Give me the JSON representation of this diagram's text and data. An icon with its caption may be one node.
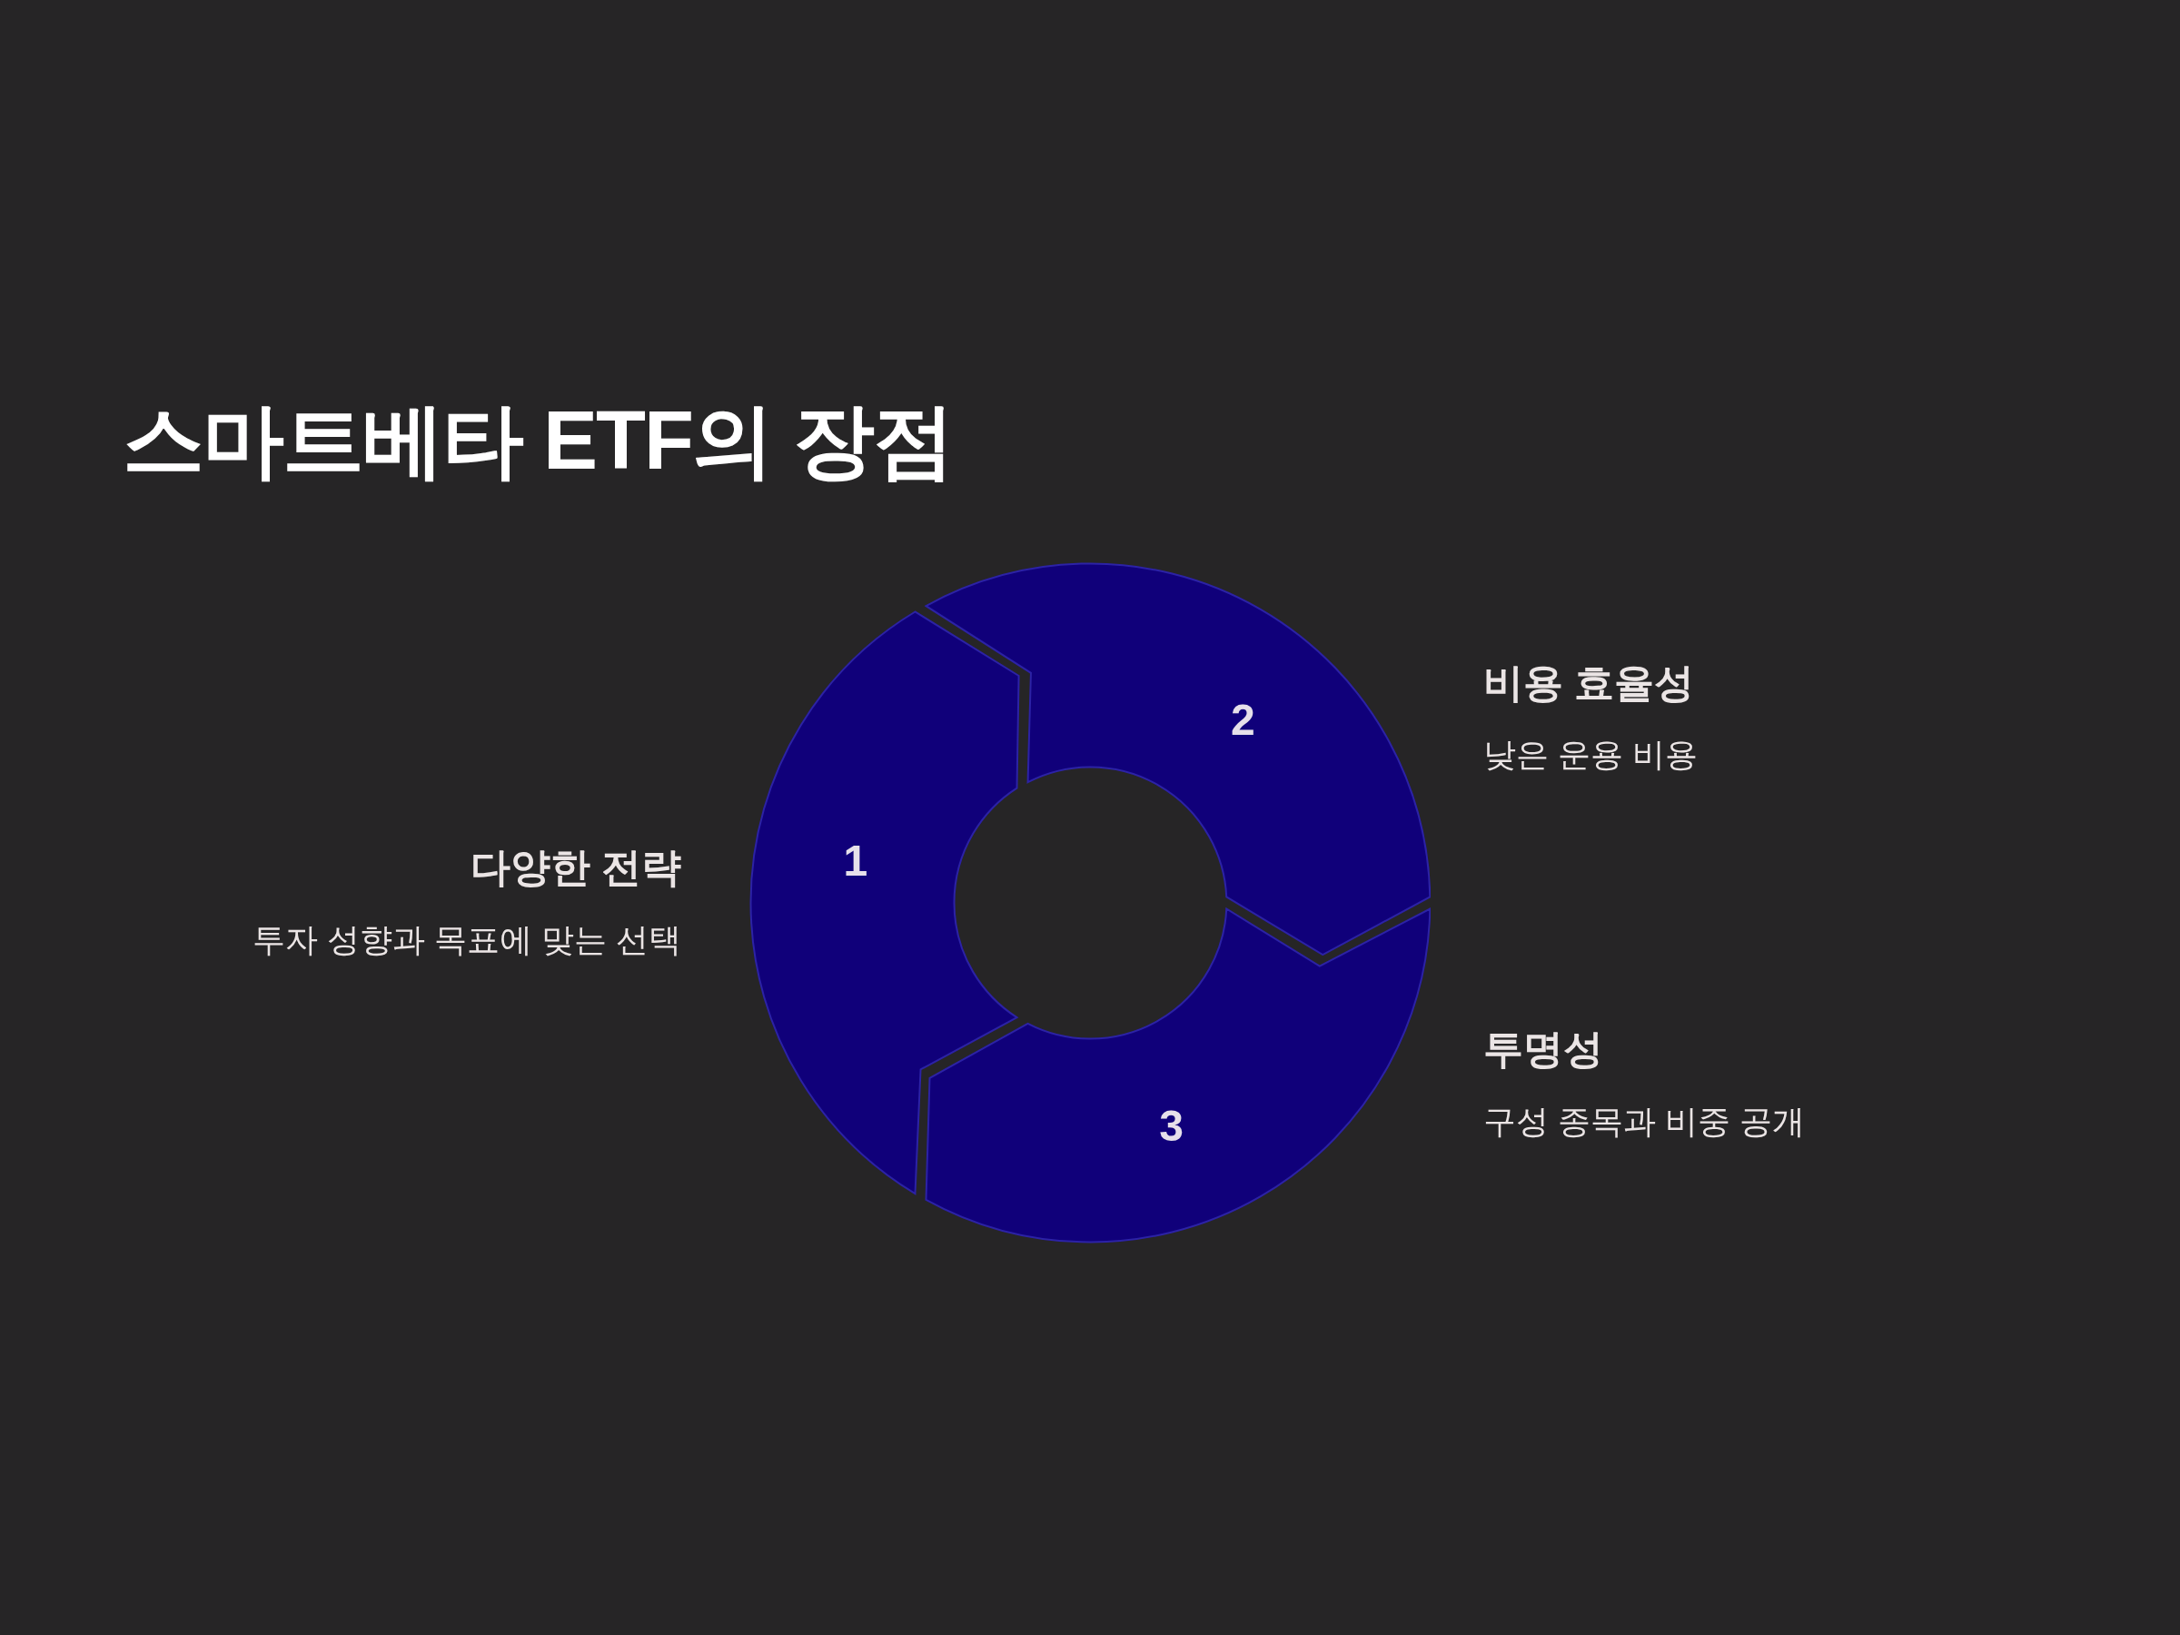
{
  "diagram": {
    "title": "스마트베타 ETF의 장점",
    "nodes": [
      {
        "text": [
          "1"
        ],
        "beside": [
          "다양한 전략",
          "투자 성향과 목표에 맞는 선택"
        ]
      },
      {
        "text": [
          "2"
        ],
        "beside": [
          "비용 효율성",
          "낮은 운용 비용"
        ]
      },
      {
        "text": [
          "3"
        ],
        "beside": [
          "투명성",
          "구성 종목과 비중 공개"
        ]
      }
    ]
  }
}
